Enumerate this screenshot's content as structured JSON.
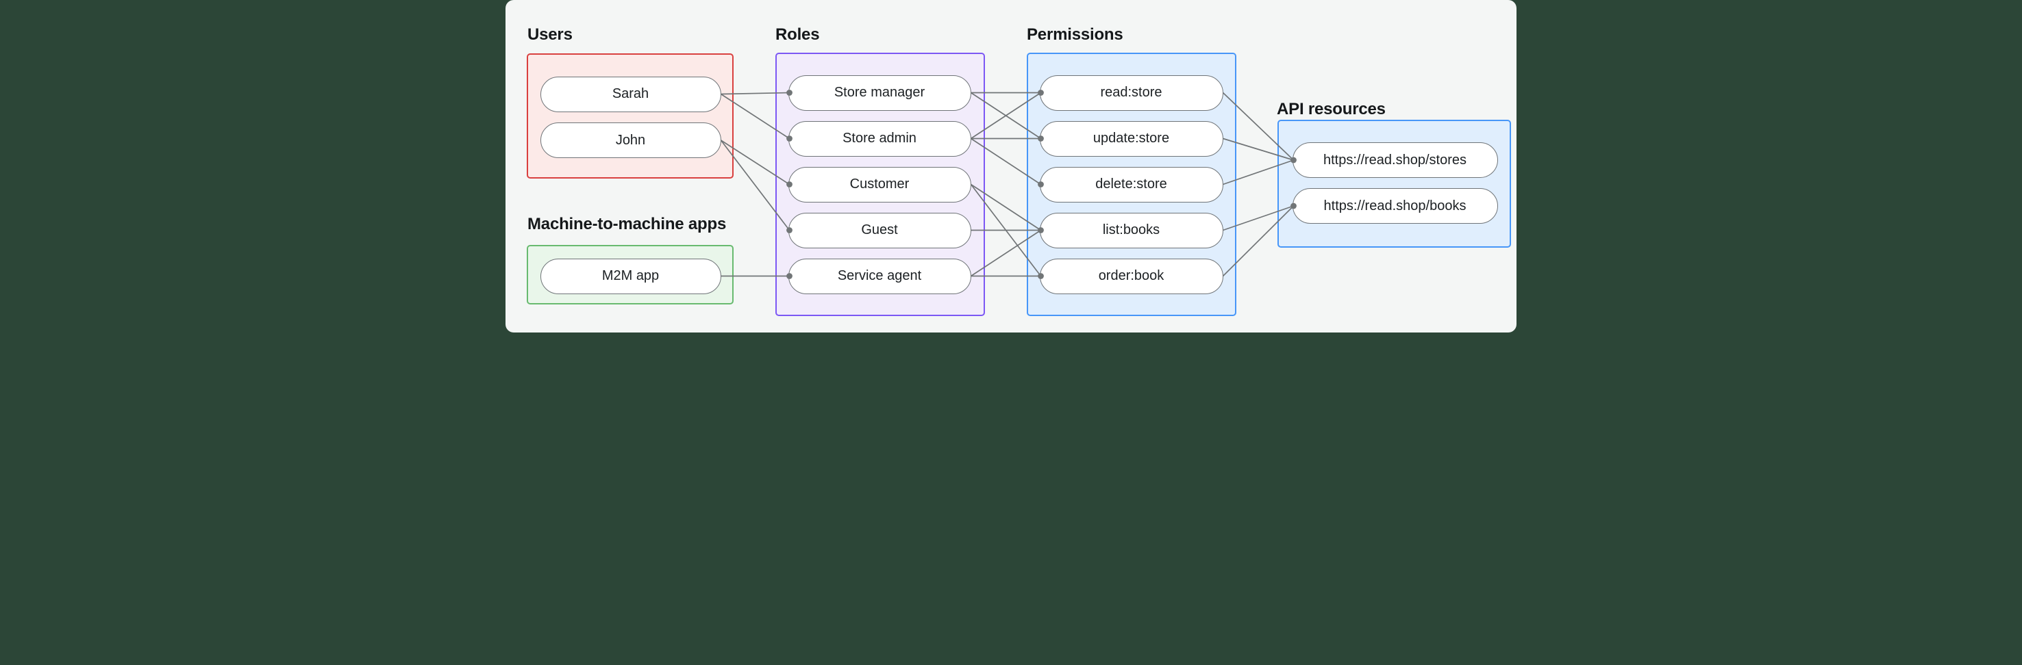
{
  "colors": {
    "outer_bg": "#2c4637",
    "canvas_bg": "#f4f6f5",
    "label_text": "#15181a",
    "node_text": "#1c2023",
    "pill_bg": "#ffffff",
    "pill_border": "#6f7478",
    "edge": "#717577",
    "users_border": "#d9403f",
    "users_bg": "#fceae8",
    "m2m_border": "#68ba6f",
    "m2m_bg": "#e9f6ea",
    "roles_border": "#7c58f4",
    "roles_bg": "#f2ecfb",
    "permissions_border": "#4796f8",
    "permissions_bg": "#e0eefd",
    "api_border": "#4796f8",
    "api_bg": "#e0eefd"
  },
  "sections": {
    "users": {
      "label": "Users",
      "nodes": [
        {
          "id": "sarah",
          "label": "Sarah"
        },
        {
          "id": "john",
          "label": "John"
        }
      ]
    },
    "m2m": {
      "label": "Machine-to-machine apps",
      "nodes": [
        {
          "id": "m2m_app",
          "label": "M2M app"
        }
      ]
    },
    "roles": {
      "label": "Roles",
      "nodes": [
        {
          "id": "store_manager",
          "label": "Store manager"
        },
        {
          "id": "store_admin",
          "label": "Store admin"
        },
        {
          "id": "customer",
          "label": "Customer"
        },
        {
          "id": "guest",
          "label": "Guest"
        },
        {
          "id": "service_agent",
          "label": "Service agent"
        }
      ]
    },
    "permissions": {
      "label": "Permissions",
      "nodes": [
        {
          "id": "read_store",
          "label": "read:store"
        },
        {
          "id": "update_store",
          "label": "update:store"
        },
        {
          "id": "delete_store",
          "label": "delete:store"
        },
        {
          "id": "list_books",
          "label": "list:books"
        },
        {
          "id": "order_book",
          "label": "order:book"
        }
      ]
    },
    "api": {
      "label": "API resources",
      "nodes": [
        {
          "id": "stores",
          "label": "https://read.shop/stores"
        },
        {
          "id": "books",
          "label": "https://read.shop/books"
        }
      ]
    }
  },
  "edges": [
    [
      "sarah",
      "store_manager"
    ],
    [
      "sarah",
      "store_admin"
    ],
    [
      "john",
      "customer"
    ],
    [
      "john",
      "guest"
    ],
    [
      "m2m_app",
      "service_agent"
    ],
    [
      "store_manager",
      "read_store"
    ],
    [
      "store_manager",
      "update_store"
    ],
    [
      "store_admin",
      "read_store"
    ],
    [
      "store_admin",
      "update_store"
    ],
    [
      "store_admin",
      "delete_store"
    ],
    [
      "customer",
      "list_books"
    ],
    [
      "customer",
      "order_book"
    ],
    [
      "guest",
      "list_books"
    ],
    [
      "service_agent",
      "list_books"
    ],
    [
      "service_agent",
      "order_book"
    ],
    [
      "read_store",
      "stores"
    ],
    [
      "update_store",
      "stores"
    ],
    [
      "delete_store",
      "stores"
    ],
    [
      "list_books",
      "books"
    ],
    [
      "order_book",
      "books"
    ]
  ]
}
